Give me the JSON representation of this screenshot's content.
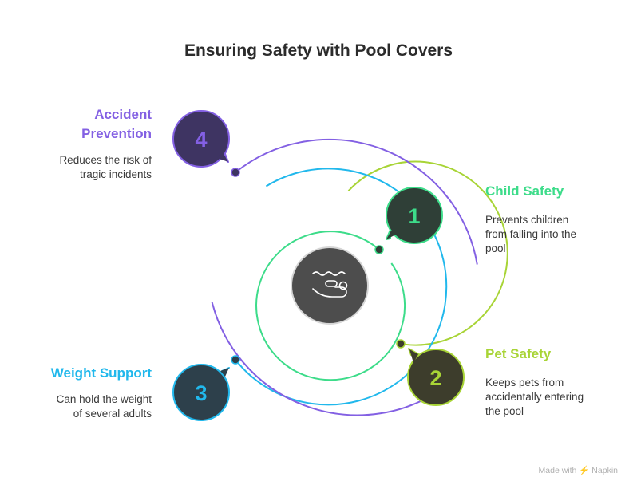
{
  "title": "Ensuring Safety with Pool Covers",
  "colors": {
    "child": "#3ddc8a",
    "pet": "#a8d436",
    "weight": "#21b8ec",
    "accident": "#8360e3",
    "hub": "#4d4d4d"
  },
  "center_icon": "scuba-diver-waves-icon",
  "items": [
    {
      "number": "1",
      "heading": "Child Safety",
      "description_lines": [
        "Prevents children",
        "from falling into the",
        "pool"
      ]
    },
    {
      "number": "2",
      "heading": "Pet Safety",
      "description_lines": [
        "Keeps pets from",
        "accidentally entering",
        "the pool"
      ]
    },
    {
      "number": "3",
      "heading": "Weight Support",
      "description_lines": [
        "Can hold the weight",
        "of several adults"
      ]
    },
    {
      "number": "4",
      "heading_lines": [
        "Accident",
        "Prevention"
      ],
      "description_lines": [
        "Reduces the risk of",
        "tragic incidents"
      ]
    }
  ],
  "watermark": "Made with ⚡ Napkin"
}
